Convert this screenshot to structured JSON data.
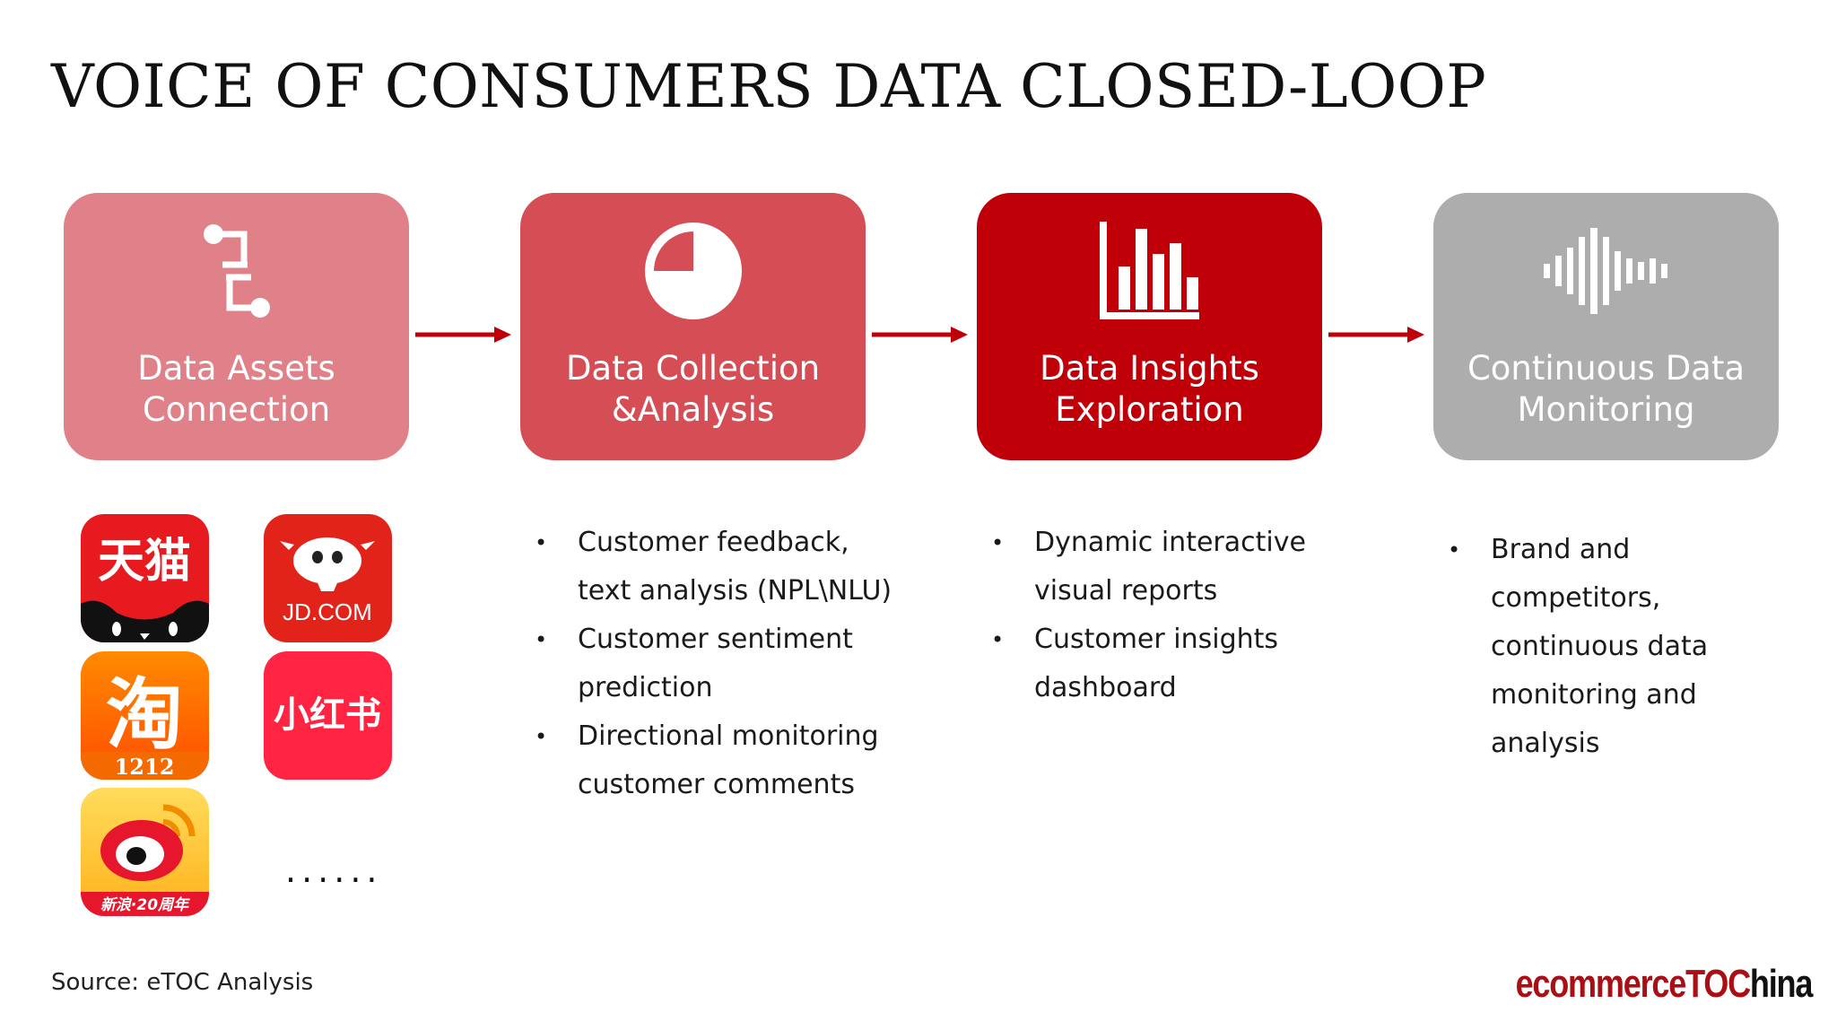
{
  "title": "VOICE OF CONSUMERS DATA CLOSED-LOOP",
  "steps": [
    {
      "label_line1": "Data Assets",
      "label_line2": "Connection",
      "icon": "connection-icon",
      "color": "#e08088"
    },
    {
      "label_line1": "Data Collection",
      "label_line2": "&Analysis",
      "icon": "pie-chart-icon",
      "color": "#d54e56"
    },
    {
      "label_line1": "Data Insights",
      "label_line2": "Exploration",
      "icon": "bar-chart-icon",
      "color": "#c00008"
    },
    {
      "label_line1": "Continuous Data",
      "label_line2": "Monitoring",
      "icon": "sound-wave-icon",
      "color": "#adadad"
    }
  ],
  "platforms": {
    "tmall": "天猫",
    "jd": "JD.COM",
    "taobao": "淘",
    "taobao_badge": "1212",
    "xiaohongshu": "小红书",
    "weibo_badge": "新浪·20周年",
    "more": "......"
  },
  "collection_bullets": [
    "Customer feedback,",
    "text analysis (NPL\\NLU)",
    "Customer sentiment",
    "prediction",
    "Directional monitoring",
    "customer comments"
  ],
  "insights_bullets": [
    "Dynamic interactive",
    "visual reports",
    "Customer insights",
    "dashboard"
  ],
  "monitoring_bullets": [
    "Brand and",
    "competitors,",
    "continuous data",
    "monitoring and",
    "analysis"
  ],
  "source": "Source: eTOC Analysis",
  "brand": {
    "part1": "ecommerce",
    "part2": "TOC",
    "part3": "hina"
  },
  "colors": {
    "arrow": "#c00008",
    "brand_red": "#a90f14"
  }
}
